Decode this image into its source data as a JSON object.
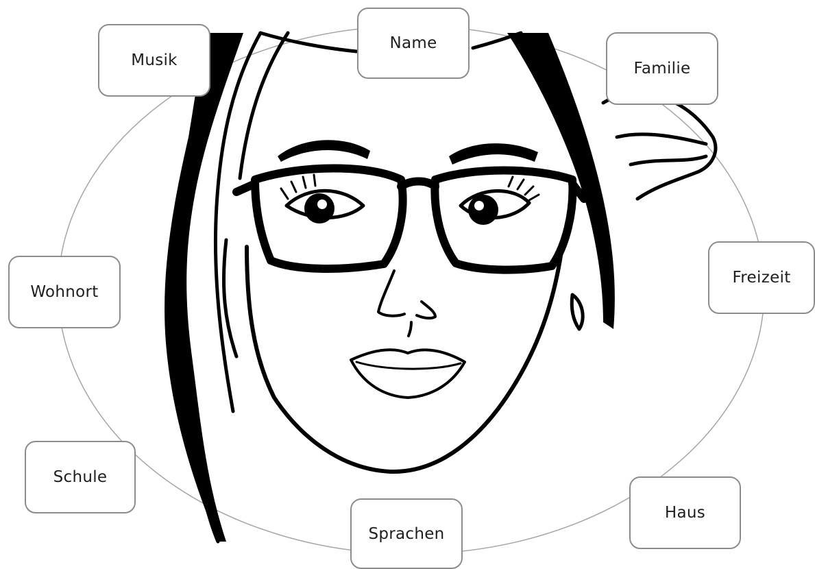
{
  "topics": [
    {
      "id": "name",
      "label": "Name"
    },
    {
      "id": "musik",
      "label": "Musik"
    },
    {
      "id": "familie",
      "label": "Familie"
    },
    {
      "id": "freizeit",
      "label": "Freizeit"
    },
    {
      "id": "wohnort",
      "label": "Wohnort"
    },
    {
      "id": "schule",
      "label": "Schule"
    },
    {
      "id": "haus",
      "label": "Haus"
    },
    {
      "id": "sprachen",
      "label": "Sprachen"
    }
  ],
  "colors": {
    "ring": "#a6a6a6",
    "box_border": "#8c8c8c",
    "ink": "#000000",
    "text": "#1e1e1e"
  },
  "center_image": "woman-with-glasses-illustration"
}
